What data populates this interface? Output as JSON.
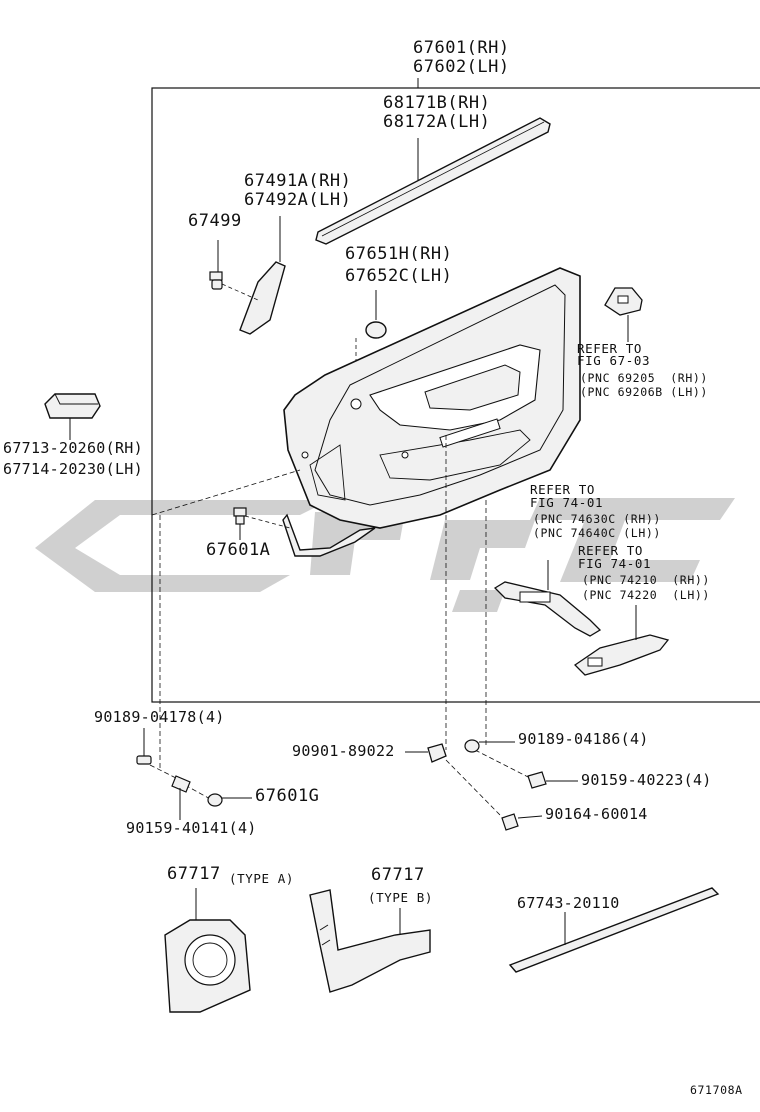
{
  "labels": {
    "main_rh": "67601(RH)",
    "main_lh": "67602(LH)",
    "belt_rh": "68171B(RH)",
    "belt_lh": "68172A(LH)",
    "cover_rh": "67491A(RH)",
    "cover_lh": "67492A(LH)",
    "clip_67499": "67499",
    "lamp_rh": "67651H(RH)",
    "lamp_lh": "67652C(LH)",
    "ref1_line1": "REFER TO",
    "ref1_line2": "FIG 67-03",
    "ref1_pnc1": "(PNC 69205  (RH))",
    "ref1_pnc2": "(PNC 69206B (LH))",
    "bracket_rh": "67713-20260(RH)",
    "bracket_lh": "67714-20230(LH)",
    "ref2_line1": "REFER TO",
    "ref2_line2": "FIG 74-01",
    "ref2_pnc1": "(PNC 74630C (RH))",
    "ref2_pnc2": "(PNC 74640C (LH))",
    "ref3_line1": "REFER TO",
    "ref3_line2": "FIG 74-01",
    "ref3_pnc1": "(PNC 74210  (RH))",
    "ref3_pnc2": "(PNC 74220  (LH))",
    "screw_67601a": "67601A",
    "p_90189_04178": "90189-04178(4)",
    "p_90901_89022": "90901-89022",
    "p_90189_04186": "90189-04186(4)",
    "p_90159_40223": "90159-40223(4)",
    "p_67601g": "67601G",
    "p_90164_60014": "90164-60014",
    "p_90159_40141": "90159-40141(4)",
    "type_a_no": "67717",
    "type_a": "(TYPE A)",
    "type_b_no": "67717",
    "type_b": "(TYPE B)",
    "weatherstrip": "67743-20110",
    "fig_id": "671708A"
  },
  "colors": {
    "line": "#111111",
    "part_fill": "#f1f1f1",
    "watermark": "#c8c8c8"
  }
}
